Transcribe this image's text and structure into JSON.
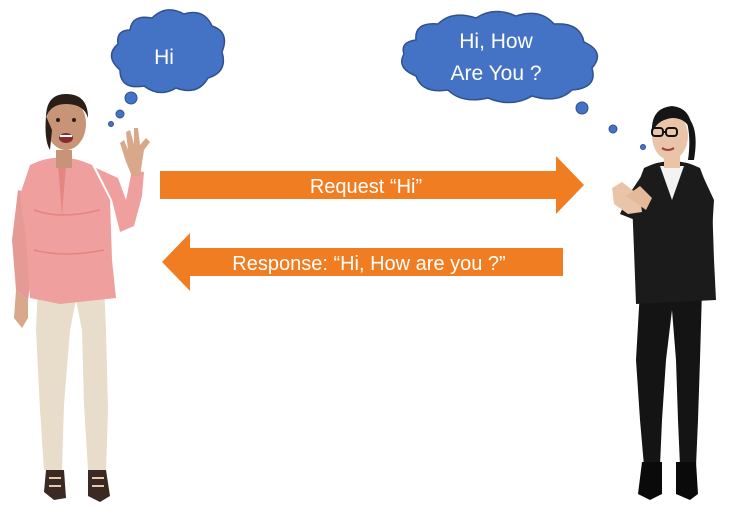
{
  "left_person": {
    "thought": "Hi"
  },
  "right_person": {
    "thought_line1": "Hi, How",
    "thought_line2": "Are You ?"
  },
  "request_arrow": {
    "label": "Request “Hi”"
  },
  "response_arrow": {
    "label": "Response: “Hi, How are you ?”"
  },
  "colors": {
    "bubble": "#4472c4",
    "bubble_stroke": "#2f528f",
    "arrow": "#f07d22"
  }
}
